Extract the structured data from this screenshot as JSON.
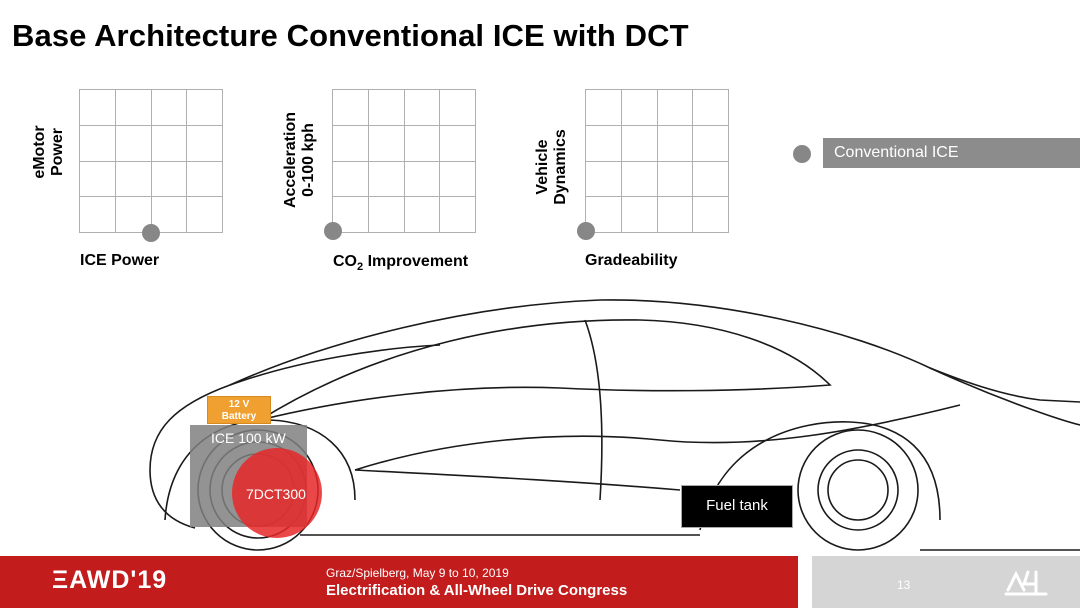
{
  "slide": {
    "title": "Base Architecture Conventional ICE with DCT"
  },
  "charts": [
    {
      "ylabel_line1": "eMotor",
      "ylabel_line2": "Power",
      "xlabel": "ICE Power"
    },
    {
      "ylabel_line1": "Acceleration",
      "ylabel_line2": "0-100 kph",
      "xlabel_pre": "CO",
      "xlabel_sub": "2",
      "xlabel_post": " Improvement"
    },
    {
      "ylabel_line1": "Vehicle",
      "ylabel_line2": "Dynamics",
      "xlabel": "Gradeability"
    }
  ],
  "legend": {
    "label": "Conventional ICE",
    "color": "#878787"
  },
  "vehicle": {
    "battery_line1": "12 V",
    "battery_line2": "Battery",
    "ice_label": "ICE 100 kW",
    "dct_label": "7DCT300",
    "fuel_label": "Fuel tank"
  },
  "footer": {
    "logo": "ΞAWD'19",
    "event_place_date": "Graz/Spielberg, May 9 to 10, 2019",
    "event_name": "Electrification & All-Wheel Drive Congress",
    "page_number": "13"
  },
  "colors": {
    "footer_red": "#c21c1c",
    "battery": "#f0a030",
    "dct": "#e62828"
  }
}
